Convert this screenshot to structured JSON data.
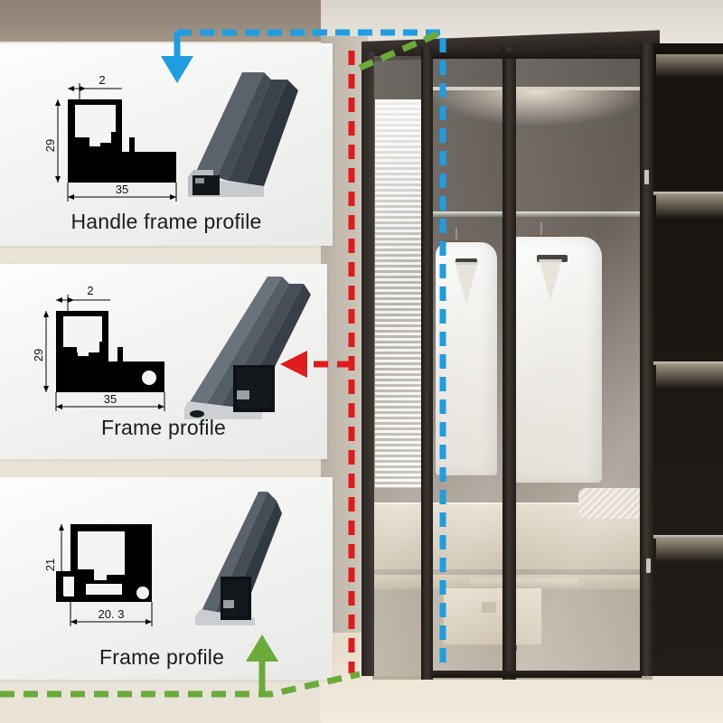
{
  "image": {
    "type": "product-diagram",
    "subject": "Aluminium wardrobe door frame profiles with interior photo"
  },
  "panels": [
    {
      "id": "handle-frame",
      "caption": "Handle frame profile",
      "dimensions": {
        "width_top": "2",
        "height": "29",
        "width_base": "35"
      },
      "callout_color": "#1e9ee0",
      "callout_name": "blue"
    },
    {
      "id": "frame-middle",
      "caption": "Frame profile",
      "dimensions": {
        "width_top": "2",
        "height": "29",
        "width_base": "35"
      },
      "callout_color": "#e01b1b",
      "callout_name": "red"
    },
    {
      "id": "frame-bottom",
      "caption": "Frame profile",
      "dimensions": {
        "height": "21",
        "width_base": "20. 3"
      },
      "callout_color": "#6aab3c",
      "callout_name": "green"
    }
  ],
  "colors": {
    "blue": "#1e9ee0",
    "red": "#e01b1b",
    "green": "#6aab3c",
    "profile_dark": "#4a525c",
    "panel_bg": "#f4f4f3",
    "wall_top": "#948878"
  },
  "photo": {
    "scene": "walk-in wardrobe with black framed glass doors",
    "items": [
      "white suit jacket",
      "white suit jacket",
      "wooden hanging rail",
      "window blinds",
      "knit sweater",
      "storage box",
      "bench",
      "LED lit dark shelving"
    ]
  }
}
